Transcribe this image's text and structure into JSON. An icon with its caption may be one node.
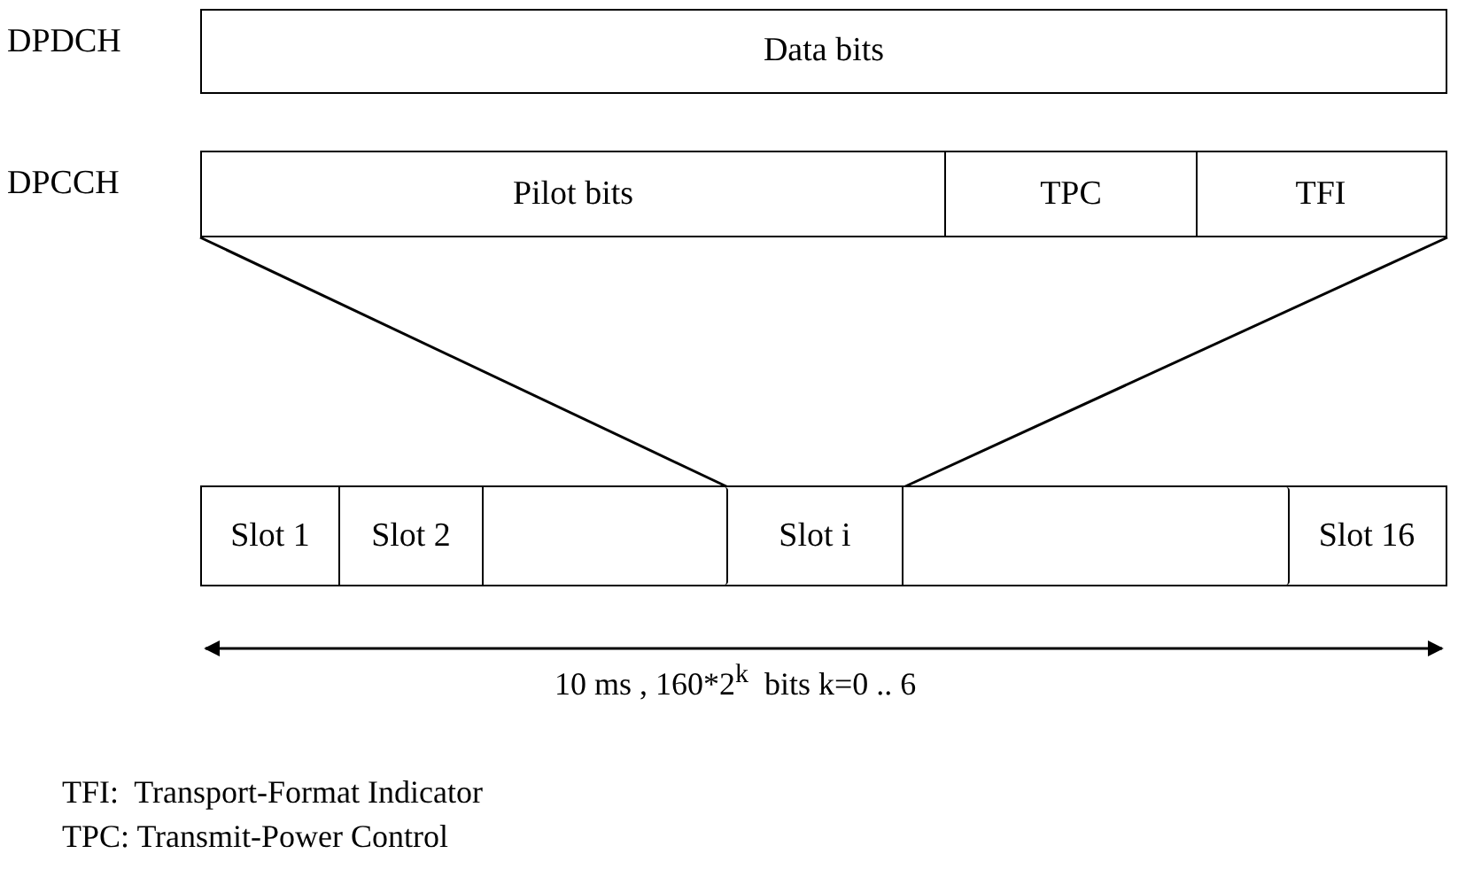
{
  "diagram": {
    "nodes": [
      {
        "text": [
          "Data bits"
        ],
        "beside": [
          "DPDCH"
        ]
      },
      {
        "text": [],
        "shape": "bar",
        "beside": [
          "DPCCH"
        ]
      },
      {
        "text": [
          "Pilot bits"
        ],
        "in": 1
      },
      {
        "text": [
          "TPC"
        ],
        "in": 1
      },
      {
        "text": [
          "TFI"
        ],
        "in": 1
      },
      {
        "text": [],
        "shape": "bar"
      },
      {
        "text": [
          "Slot 1"
        ],
        "in": 5
      },
      {
        "text": [
          "Slot 2"
        ],
        "in": 5
      },
      {
        "text": [],
        "shape": "box",
        "in": 5
      },
      {
        "text": [
          "Slot i"
        ],
        "in": 5
      },
      {
        "text": [],
        "shape": "box",
        "in": 5
      },
      {
        "text": [
          "Slot 16"
        ],
        "in": 5
      }
    ],
    "edges": [
      {
        "from": 1,
        "to": 9,
        "arrow": "none"
      },
      {
        "from": 1,
        "to": 9,
        "arrow": "none"
      }
    ],
    "labels": [
      "10 ms , 160*2$^{k}$  bits k=0 .. 6",
      "TFI:  Transport-Format Indicator",
      "TPC: Transmit-Power Control"
    ]
  }
}
